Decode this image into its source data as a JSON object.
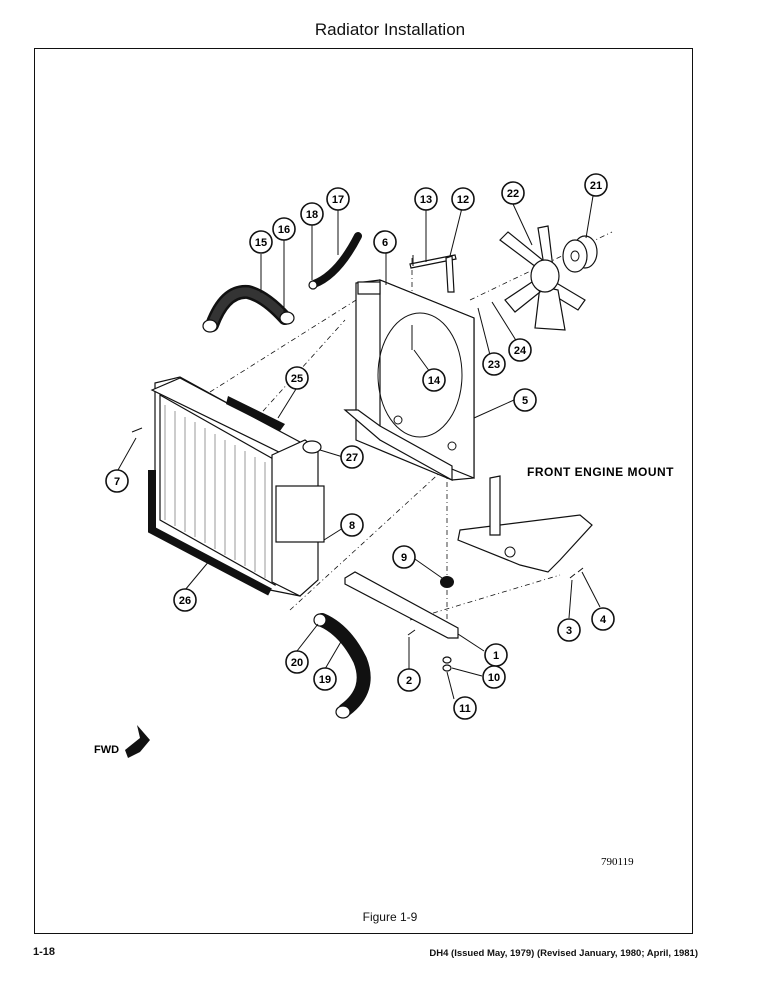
{
  "page": {
    "title": "Radiator Installation",
    "caption": "Figure 1-9",
    "page_number": "1-18",
    "issue_line": "DH4 (Issued May, 1979) (Revised January, 1980; April, 1981)"
  },
  "diagram": {
    "label_front_engine_mount": "FRONT ENGINE MOUNT",
    "label_fwd": "FWD",
    "drawing_number": "790119",
    "callouts": [
      "1",
      "2",
      "3",
      "4",
      "5",
      "6",
      "7",
      "8",
      "9",
      "10",
      "11",
      "12",
      "13",
      "14",
      "15",
      "16",
      "17",
      "18",
      "19",
      "20",
      "21",
      "22",
      "23",
      "24",
      "25",
      "26",
      "27"
    ]
  }
}
